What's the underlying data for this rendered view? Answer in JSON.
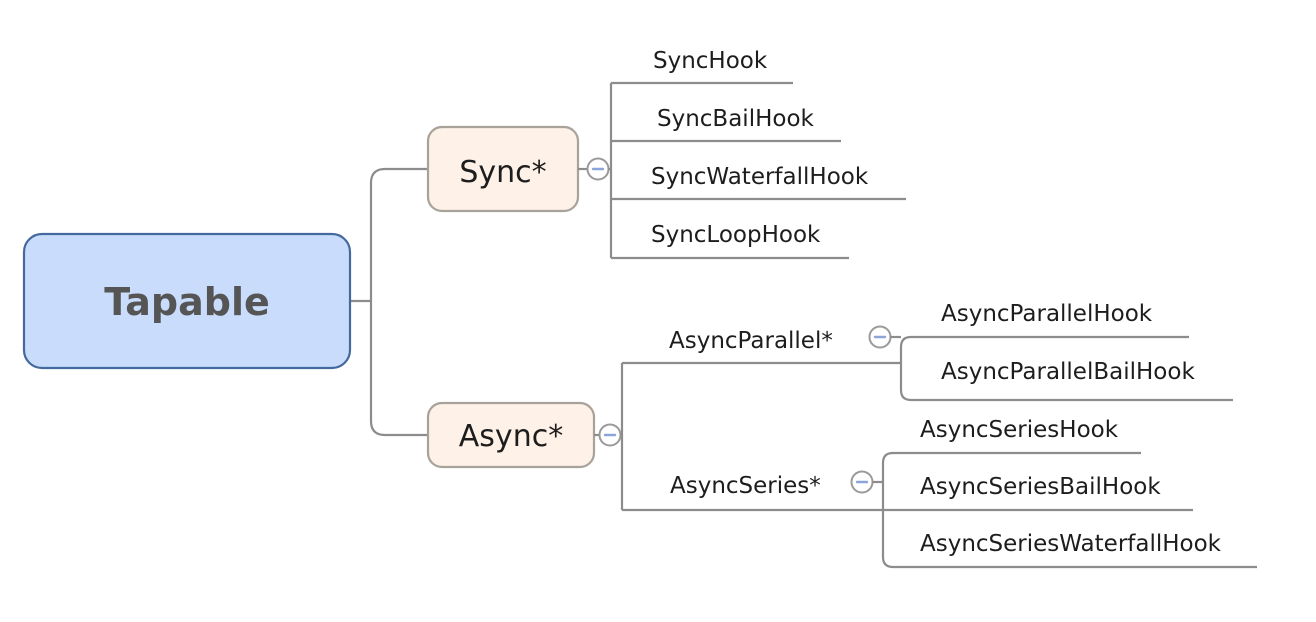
{
  "diagram": {
    "title": "Tapable",
    "type": "mind-map",
    "background_color": "#ffffff",
    "connector_color": "#8c8c8c",
    "root": {
      "label": "Tapable",
      "fill": "#c9dcfb",
      "border": "#43699f",
      "text_color": "#555555"
    },
    "branch_style": {
      "fill": "#fdf1e8",
      "border": "#a9a29b",
      "text_color": "#1d1d1d"
    },
    "toggle": {
      "icon": "collapse-minus-icon",
      "glyph": "−",
      "circle_fill": "#ffffff",
      "circle_border": "#9a9a9a",
      "minus_color": "#8da4d8"
    },
    "branches": [
      {
        "label": "Sync*",
        "collapsed": false,
        "children": [
          {
            "label": "SyncHook"
          },
          {
            "label": "SyncBailHook"
          },
          {
            "label": "SyncWaterfallHook"
          },
          {
            "label": "SyncLoopHook"
          }
        ]
      },
      {
        "label": "Async*",
        "collapsed": false,
        "children": [
          {
            "label": "AsyncParallel*",
            "collapsed": false,
            "children": [
              {
                "label": "AsyncParallelHook"
              },
              {
                "label": "AsyncParallelBailHook"
              }
            ]
          },
          {
            "label": "AsyncSeries*",
            "collapsed": false,
            "children": [
              {
                "label": "AsyncSeriesHook"
              },
              {
                "label": "AsyncSeriesBailHook"
              },
              {
                "label": "AsyncSeriesWaterfallHook"
              }
            ]
          }
        ]
      }
    ]
  }
}
